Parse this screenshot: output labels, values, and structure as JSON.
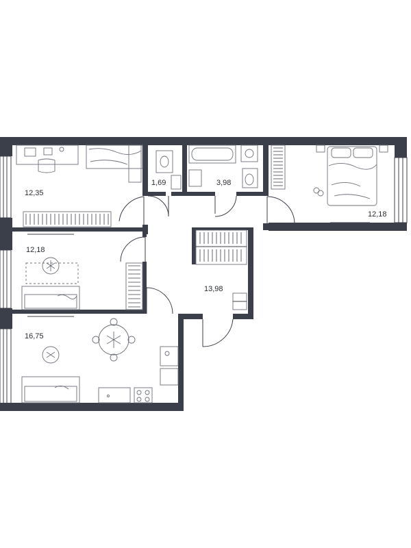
{
  "floor_plan": {
    "rooms": [
      {
        "id": "bedroom-left",
        "area": "12,35"
      },
      {
        "id": "wc",
        "area": "1,69"
      },
      {
        "id": "bathroom",
        "area": "3,98"
      },
      {
        "id": "bedroom-right",
        "area": "12,18"
      },
      {
        "id": "bedroom-middle",
        "area": "12,18"
      },
      {
        "id": "hallway",
        "area": "13,98"
      },
      {
        "id": "kitchen-living",
        "area": "16,75"
      }
    ],
    "colors": {
      "wall": "#3b3f4a",
      "furniture": "#6d717a",
      "background": "#ffffff"
    }
  }
}
